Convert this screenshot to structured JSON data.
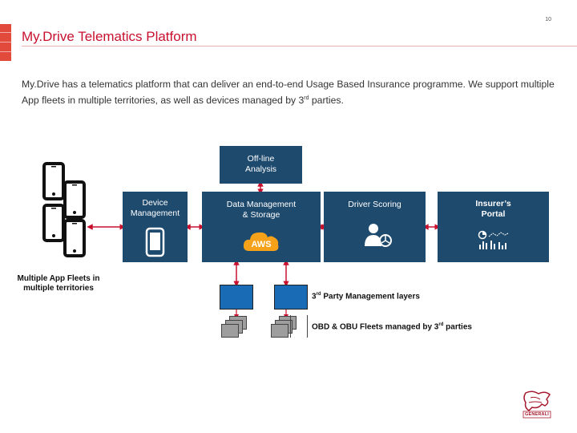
{
  "page_number": "10",
  "title": "My.Drive Telematics Platform",
  "intro": {
    "part1": "My.Drive has a telematics platform that can deliver an end-to-end Usage Based Insurance programme. We support multiple App fleets in multiple territories, as well as devices managed by 3",
    "sup": "rd",
    "part2": " parties."
  },
  "diagram": {
    "offline_analysis": [
      "Off-line",
      "Analysis"
    ],
    "device_management": [
      "Device",
      "Management"
    ],
    "data_management": [
      "Data Management",
      "& Storage"
    ],
    "aws_label": "AWS",
    "driver_scoring": "Driver Scoring",
    "insurer_portal": [
      "Insurer’s",
      "Portal"
    ],
    "app_fleets_label": [
      "Multiple App Fleets in",
      "multiple territories"
    ],
    "third_party_label": {
      "pre": "3",
      "sup": "rd",
      "post": " Party Management layers"
    },
    "obd_label": {
      "pre": "OBD & OBU Fleets managed by 3",
      "sup": "rd",
      "post": " parties"
    }
  },
  "colors": {
    "accent": "#c8102e",
    "box_blue": "#1e4a6e",
    "arrow_red": "#c8102e",
    "device_blue": "#1a6bb5"
  },
  "logo": {
    "text": "GENERALI"
  }
}
